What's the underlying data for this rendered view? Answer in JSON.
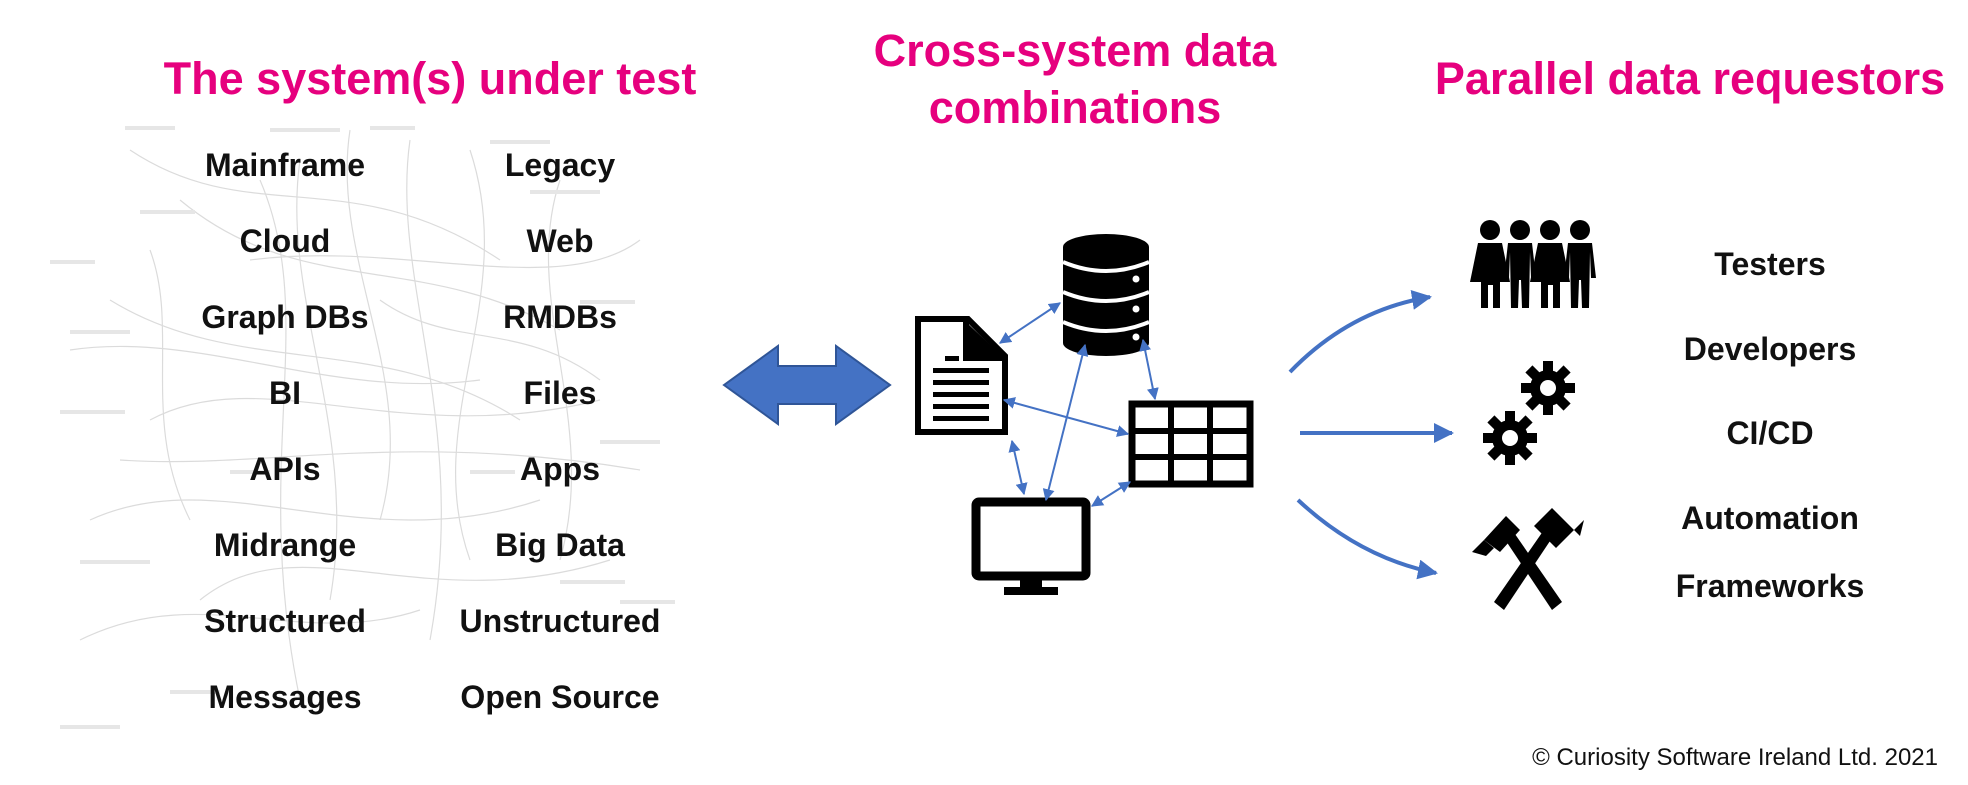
{
  "titles": {
    "left": "The system(s) under test",
    "middle_line1": "Cross-system data",
    "middle_line2": "combinations",
    "right": "Parallel data requestors"
  },
  "systems": {
    "left_column": [
      "Mainframe",
      "Cloud",
      "Graph DBs",
      "BI",
      "APIs",
      "Midrange",
      "Structured",
      "Messages"
    ],
    "right_column": [
      "Legacy",
      "Web",
      "RMDBs",
      "Files",
      "Apps",
      "Big Data",
      "Unstructured",
      "Open Source"
    ]
  },
  "requestors": [
    "Testers",
    "Developers",
    "CI/CD",
    "Automation",
    "Frameworks"
  ],
  "copyright": "© Curiosity Software Ireland Ltd. 2021",
  "colors": {
    "title": "#e6007e",
    "arrow": "#4472c4",
    "text": "#111111",
    "icon": "#000000"
  },
  "icons": {
    "center": [
      "document-icon",
      "database-icon",
      "table-icon",
      "monitor-icon"
    ],
    "right": [
      "people-icon",
      "gears-icon",
      "hammers-icon"
    ]
  }
}
